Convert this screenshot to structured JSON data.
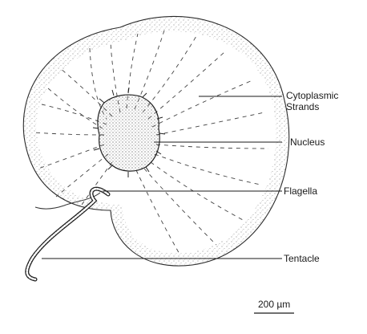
{
  "labels": {
    "cytoplasmic_line1": "Cytoplasmic",
    "cytoplasmic_line2": "Strands",
    "nucleus": "Nucleus",
    "flagella": "Flagella",
    "tentacle": "Tentacle"
  },
  "scale_bar": {
    "text": "200 µm"
  },
  "colors": {
    "ink": "#1a1a1a",
    "stipple": "#555555",
    "background": "#ffffff"
  }
}
